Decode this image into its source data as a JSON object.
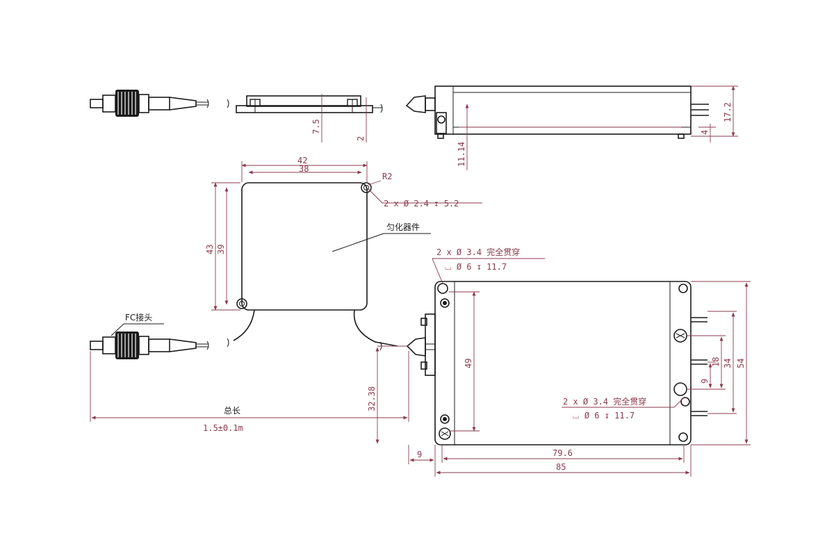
{
  "colors": {
    "line": "#1a1a1a",
    "dimension": "#8a3a4e",
    "background": "#ffffff"
  },
  "side_view": {
    "dim_height": "7.5",
    "dim_flange": "2"
  },
  "top_side_view": {
    "dim_total_height": "17.2",
    "dim_pin": "4",
    "dim_offset": "11.14"
  },
  "homogenizer": {
    "label": "匀化器件",
    "dim_width_outer": "42",
    "dim_width_inner": "38",
    "dim_height_outer": "43",
    "dim_height_inner": "39",
    "radius": "R2",
    "hole_note": "2 x Ø 2.4 ↧ 5.2"
  },
  "connector": {
    "label": "FC接头"
  },
  "fiber_length": {
    "label": "总长",
    "value": "1.5±0.1m"
  },
  "main_module": {
    "hole_note_top_1": "2 x Ø 3.4 完全贯穿",
    "hole_note_top_2": "⌴ Ø 6 ↧ 11.7",
    "hole_note_bottom_1": "2 x Ø 3.4 完全贯穿",
    "hole_note_bottom_2": "⌴ Ø 6 ↧ 11.7",
    "dim_inner_width": "79.6",
    "dim_outer_width": "85",
    "dim_port_offset": "9",
    "dim_port_height": "32.38",
    "dim_hole_spacing": "49",
    "dim_total_height": "54",
    "dim_pins_outer": "34",
    "dim_pins_inner": "18",
    "dim_pin_pitch": "9"
  }
}
